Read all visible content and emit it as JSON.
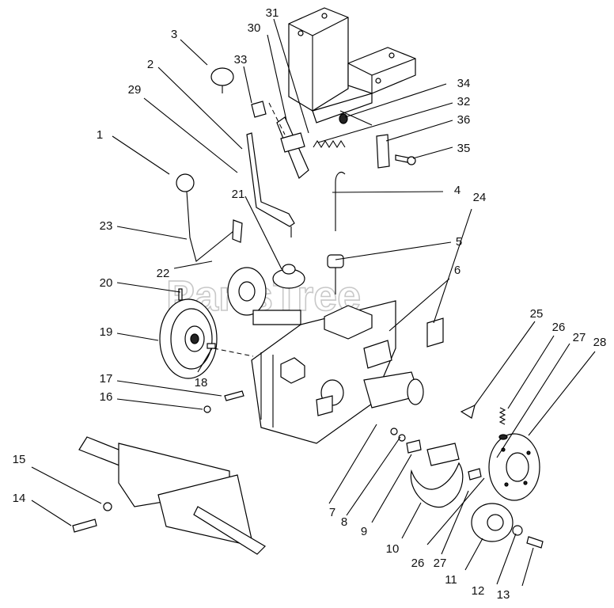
{
  "diagram": {
    "watermark": "PartsTree",
    "callouts": [
      {
        "id": "c1",
        "label": "1"
      },
      {
        "id": "c2",
        "label": "2"
      },
      {
        "id": "c3",
        "label": "3"
      },
      {
        "id": "c4",
        "label": "4"
      },
      {
        "id": "c5",
        "label": "5"
      },
      {
        "id": "c6",
        "label": "6"
      },
      {
        "id": "c7",
        "label": "7"
      },
      {
        "id": "c8",
        "label": "8"
      },
      {
        "id": "c9",
        "label": "9"
      },
      {
        "id": "c10",
        "label": "10"
      },
      {
        "id": "c11",
        "label": "11"
      },
      {
        "id": "c12",
        "label": "12"
      },
      {
        "id": "c13",
        "label": "13"
      },
      {
        "id": "c14",
        "label": "14"
      },
      {
        "id": "c15",
        "label": "15"
      },
      {
        "id": "c16",
        "label": "16"
      },
      {
        "id": "c17",
        "label": "17"
      },
      {
        "id": "c18",
        "label": "18"
      },
      {
        "id": "c19",
        "label": "19"
      },
      {
        "id": "c20",
        "label": "20"
      },
      {
        "id": "c21",
        "label": "21"
      },
      {
        "id": "c22",
        "label": "22"
      },
      {
        "id": "c23",
        "label": "23"
      },
      {
        "id": "c24",
        "label": "24"
      },
      {
        "id": "c25",
        "label": "25"
      },
      {
        "id": "c26a",
        "label": "26"
      },
      {
        "id": "c26b",
        "label": "26"
      },
      {
        "id": "c27a",
        "label": "27"
      },
      {
        "id": "c27b",
        "label": "27"
      },
      {
        "id": "c28",
        "label": "28"
      },
      {
        "id": "c29",
        "label": "29"
      },
      {
        "id": "c30",
        "label": "30"
      },
      {
        "id": "c31",
        "label": "31"
      },
      {
        "id": "c32",
        "label": "32"
      },
      {
        "id": "c33",
        "label": "33"
      },
      {
        "id": "c34",
        "label": "34"
      },
      {
        "id": "c35",
        "label": "35"
      },
      {
        "id": "c36",
        "label": "36"
      }
    ]
  }
}
